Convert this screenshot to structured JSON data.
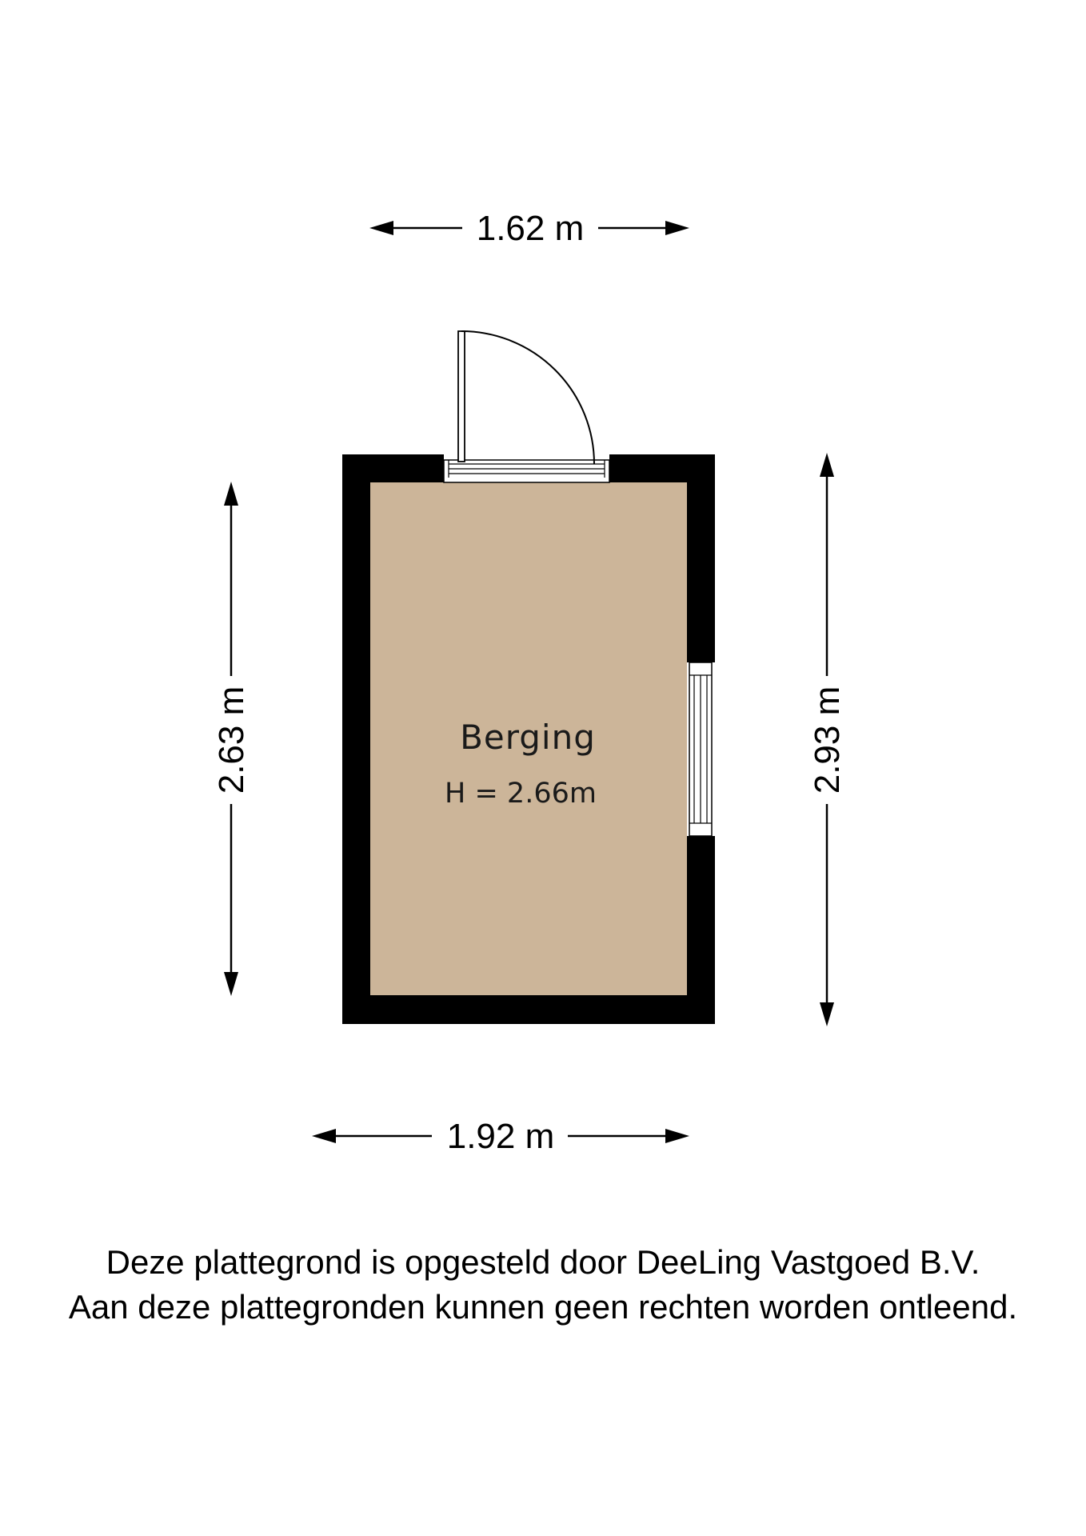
{
  "dimensions": {
    "top": "1.62 m",
    "bottom": "1.92 m",
    "left": "2.63 m",
    "right": "2.93 m"
  },
  "room": {
    "name": "Berging",
    "height": "H = 2.66m",
    "floor_color": "#ccb599",
    "wall_color": "#000000"
  },
  "disclaimer": {
    "line1": "Deze plattegrond is opgesteld door DeeLing Vastgoed B.V.",
    "line2": "Aan deze plattegronden kunnen geen rechten worden ontleend."
  }
}
